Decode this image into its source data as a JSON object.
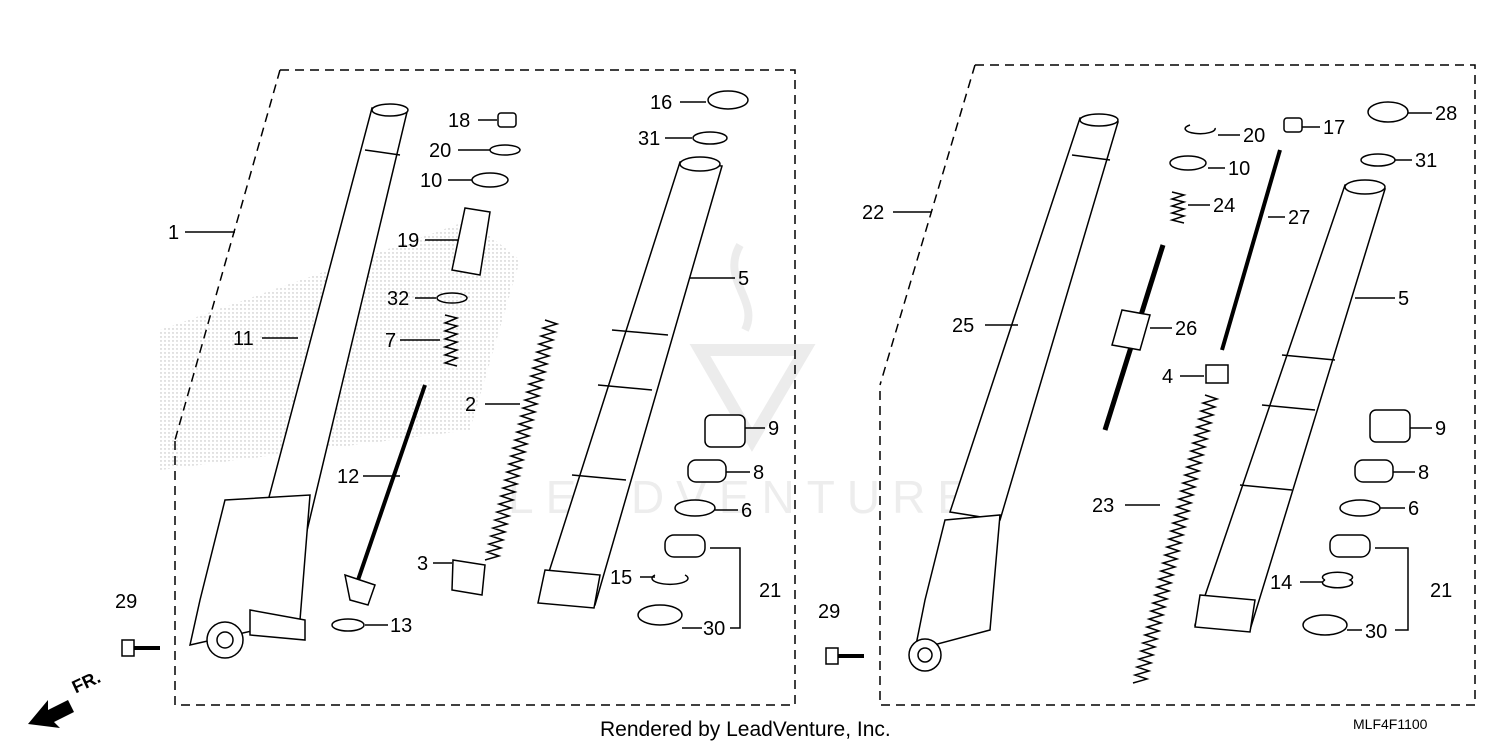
{
  "watermark": "LEADVENTURE",
  "front_label": "FR.",
  "footer": "Rendered by LeadVenture, Inc.",
  "diagram_code": "MLF4F1100",
  "left_labels": {
    "p1": "1",
    "p2": "2",
    "p3": "3",
    "p5": "5",
    "p6": "6",
    "p7": "7",
    "p8": "8",
    "p9": "9",
    "p10": "10",
    "p11": "11",
    "p12": "12",
    "p13": "13",
    "p15": "15",
    "p16": "16",
    "p18": "18",
    "p19": "19",
    "p20": "20",
    "p21": "21",
    "p29": "29",
    "p30": "30",
    "p31": "31",
    "p32": "32"
  },
  "right_labels": {
    "p4": "4",
    "p5": "5",
    "p6": "6",
    "p8": "8",
    "p9": "9",
    "p10": "10",
    "p14": "14",
    "p17": "17",
    "p20": "20",
    "p21": "21",
    "p22": "22",
    "p23": "23",
    "p24": "24",
    "p25": "25",
    "p26": "26",
    "p27": "27",
    "p28": "28",
    "p29": "29",
    "p30": "30",
    "p31": "31"
  }
}
